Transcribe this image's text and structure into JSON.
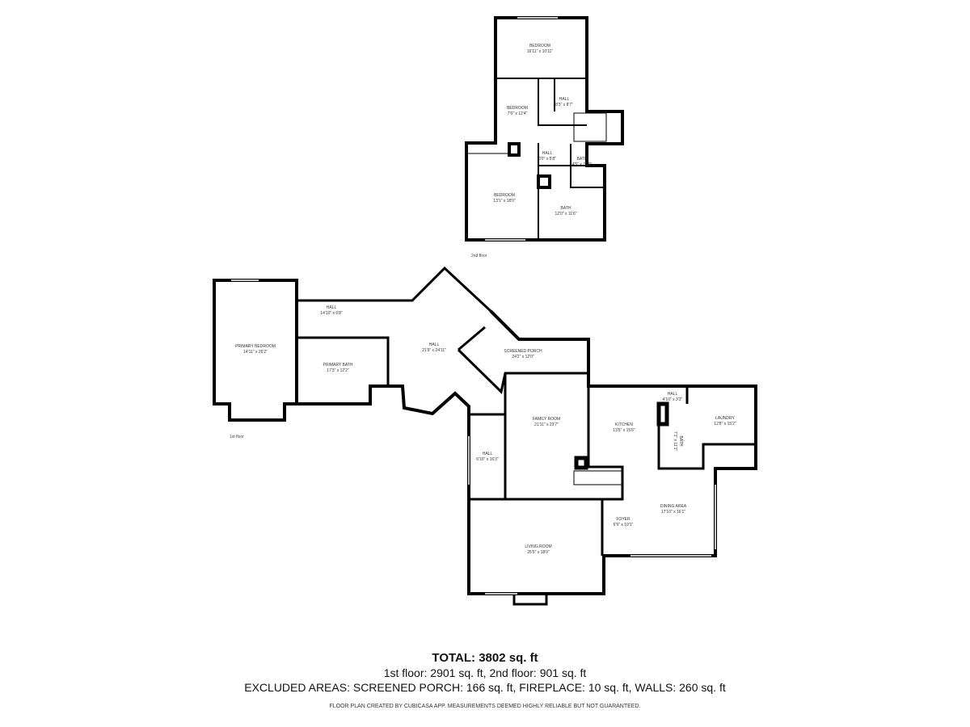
{
  "floors": [
    {
      "label": "2nd floor",
      "rooms": [
        {
          "name": "BEDROOM",
          "size": "16'11\" x 10'11\""
        },
        {
          "name": "BEDROOM",
          "size": "7'6\" x 12'4\""
        },
        {
          "name": "HALL",
          "size": "8'3\" x 8'7\""
        },
        {
          "name": "HALL",
          "size": "3'0\" x 5'8\""
        },
        {
          "name": "BATH",
          "size": "4'5\" x 7'10\""
        },
        {
          "name": "BEDROOM",
          "size": "13'1\" x 18'0\""
        },
        {
          "name": "BATH",
          "size": "12'0\" x 11'6\""
        }
      ]
    },
    {
      "label": "1st floor",
      "rooms": [
        {
          "name": "HALL",
          "size": "14'10\" x 6'8\""
        },
        {
          "name": "PRIMARY BEDROOM",
          "size": "14'11\" x 26'2\""
        },
        {
          "name": "PRIMARY BATH",
          "size": "17'3\" x 12'2\""
        },
        {
          "name": "HALL",
          "size": "21'9\" x 24'11\""
        },
        {
          "name": "SCREENED PORCH",
          "size": "24'2\" x 12'0\""
        },
        {
          "name": "FAMILY ROOM",
          "size": "21'11\" x 23'7\""
        },
        {
          "name": "KITCHEN",
          "size": "13'5\" x 15'6\""
        },
        {
          "name": "HALL",
          "size": "4'10\" x 3'3\""
        },
        {
          "name": "BATH",
          "size": "7'1\" x 11'1\""
        },
        {
          "name": "LAUNDRY",
          "size": "12'8\" x 15'2\""
        },
        {
          "name": "HALL",
          "size": "6'10\" x 16'3\""
        },
        {
          "name": "DINING AREA",
          "size": "17'10\" x 16'1\""
        },
        {
          "name": "FOYER",
          "size": "6'9\" x 10'1\""
        },
        {
          "name": "LIVING ROOM",
          "size": "25'5\" x 18'0\""
        }
      ]
    }
  ],
  "summary": {
    "total": "TOTAL: 3802 sq. ft",
    "floors": "1st floor: 2901 sq. ft, 2nd floor: 901 sq. ft",
    "excluded": "EXCLUDED AREAS: SCREENED PORCH: 166 sq. ft, FIREPLACE: 10 sq. ft, WALLS: 260 sq. ft",
    "disclaimer": "FLOOR PLAN CREATED BY CUBICASA APP. MEASUREMENTS DEEMED HIGHLY RELIABLE BUT NOT GUARANTEED."
  },
  "colors": {
    "wall": "#000000",
    "window": "#c8c8c8",
    "text": "#111111"
  }
}
